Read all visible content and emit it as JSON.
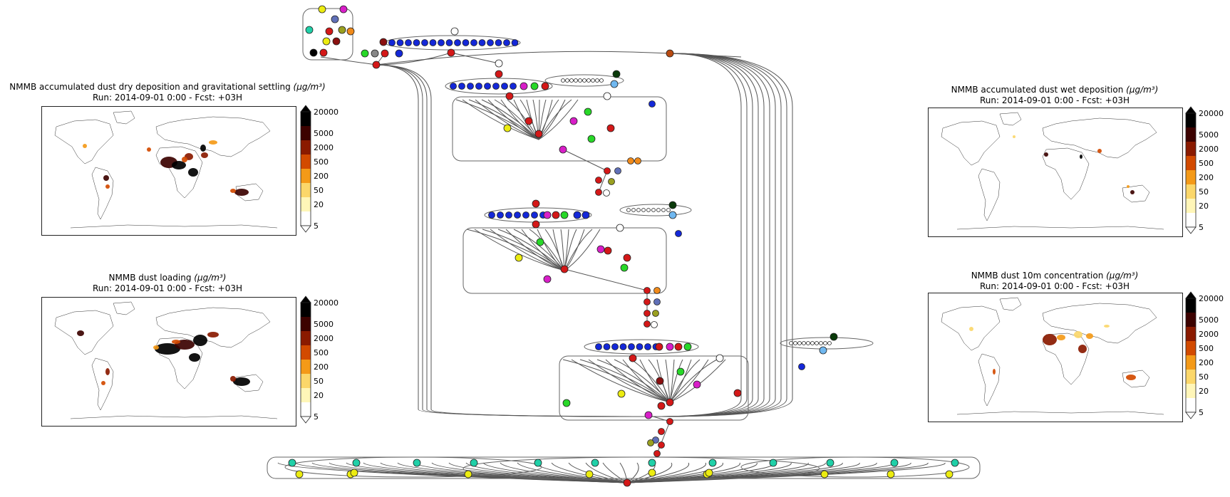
{
  "panels": [
    {
      "key": "dry",
      "title": "NMMB accumulated dust dry deposition and gravitational settling",
      "unit": "(μg/m³)",
      "subtitle": "Run: 2014-09-01 0:00 - Fcst: +03H"
    },
    {
      "key": "load",
      "title": "NMMB dust loading",
      "unit": "(μg/m³)",
      "subtitle": "Run: 2014-09-01 0:00 - Fcst: +03H"
    },
    {
      "key": "wet",
      "title": "NMMB accumulated dust wet deposition",
      "unit": "(μg/m³)",
      "subtitle": "Run: 2014-09-01 0:00 - Fcst: +03H"
    },
    {
      "key": "conc",
      "title": "NMMB dust 10m concentration",
      "unit": "(μg/m³)",
      "subtitle": "Run: 2014-09-01 0:00 - Fcst: +03H"
    }
  ],
  "colorbar": {
    "ticks": [
      "20000",
      "5000",
      "2000",
      "500",
      "200",
      "50",
      "20",
      "5"
    ],
    "colors": [
      "#000000",
      "#3c0200",
      "#8a1a00",
      "#d24a00",
      "#f49a18",
      "#fbd76a",
      "#fff6b8",
      "#ffffff"
    ]
  },
  "node_colors": {
    "red": "#d41818",
    "blue": "#1428d8",
    "yellow": "#ecec10",
    "green": "#28d828",
    "teal": "#20d0a8",
    "magenta": "#d81ec8",
    "orange": "#f08a1a",
    "olive": "#9aa020",
    "darkred": "#8a1010",
    "white": "#ffffff",
    "darkgreen": "#0a3a0a",
    "lightblue": "#70b8f0",
    "slate": "#6070b8",
    "brown": "#b84a10",
    "gray": "#888888"
  }
}
